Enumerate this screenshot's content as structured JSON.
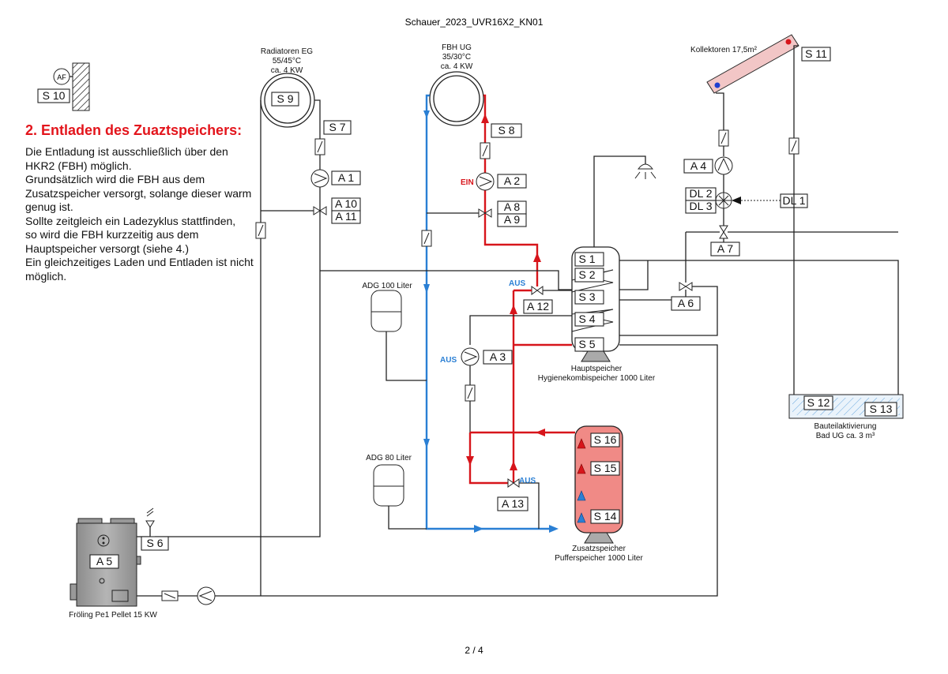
{
  "header": {
    "title": "Schauer_2023_UVR16X2_KN01"
  },
  "footer": {
    "page": "2 / 4"
  },
  "notes": {
    "heading": "2. Entladen des Zuaztspeichers:",
    "body": "Die Entladung ist ausschließlich über den\nHKR2 (FBH) möglich.\nGrundsätzlich wird die FBH aus dem\nZusatzspeicher versorgt, solange dieser warm\ngenug ist.\nSollte zeitgleich ein Ladezyklus stattfinden,\nso wird die FBH kurzzeitig aus dem\nHauptspeicher versorgt (siehe 4.)\nEin gleichzeitiges Laden und Entladen ist nicht\nmöglich."
  },
  "circuits": {
    "radiator": {
      "line1": "Radiatoren EG",
      "line2": "55/45°C",
      "line3": "ca. 4 KW"
    },
    "fbh": {
      "line1": "FBH UG",
      "line2": "35/30°C",
      "line3": "ca. 4 KW"
    },
    "collector": "Kollektoren 17,5m²",
    "adg100": "ADG 100 Liter",
    "adg80": "ADG 80 Liter",
    "main_tank": {
      "line1": "Hauptspeicher",
      "line2": "Hygienekombispeicher 1000 Liter"
    },
    "extra_tank": {
      "line1": "Zusatzspeicher",
      "line2": "Pufferspeicher 1000 Liter"
    },
    "slab": {
      "line1": "Bauteilaktivierung",
      "line2": "Bad UG ca. 3 m³"
    },
    "boiler": "Fröling Pe1 Pellet 15 KW"
  },
  "labels": {
    "af": "AF",
    "s10": "S 10",
    "s9": "S 9",
    "s7": "S 7",
    "a1": "A 1",
    "a10": "A 10",
    "a11": "A 11",
    "s8": "S 8",
    "a2": "A 2",
    "a8": "A 8",
    "a9": "A 9",
    "ein": "EIN",
    "s11": "S 11",
    "a4": "A 4",
    "dl2": "DL 2",
    "dl3": "DL 3",
    "dl1": "DL 1",
    "a7": "A 7",
    "a6": "A 6",
    "s1": "S 1",
    "s2": "S 2",
    "s3": "S 3",
    "s4": "S 4",
    "s5": "S 5",
    "aus_a12": "AUS",
    "a12": "A 12",
    "aus_a3": "AUS",
    "a3": "A 3",
    "s12": "S 12",
    "s13": "S 13",
    "s16": "S 16",
    "s15": "S 15",
    "s14": "S 14",
    "aus_a13": "AUS",
    "a13": "A 13",
    "s6": "S 6",
    "a5": "A 5"
  },
  "colors": {
    "hot": "#d7151b",
    "cold": "#2a7fd4",
    "tank_fill": "#f08a86",
    "collector_fill": "#f2c6c6"
  }
}
